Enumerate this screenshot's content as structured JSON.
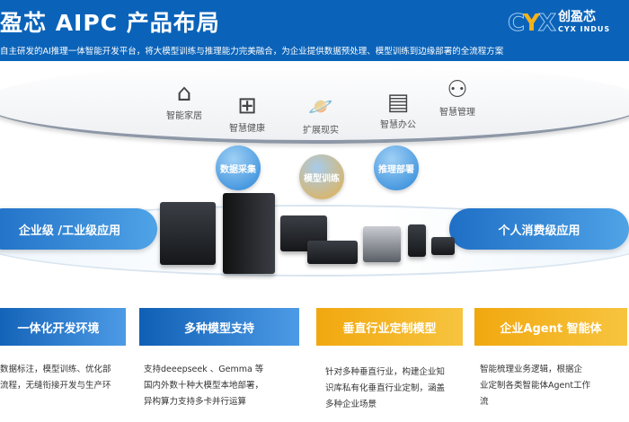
{
  "header": {
    "title": "盈芯 AIPC 产品布局",
    "subtitle": "自主研发的AI推理一体智能开发平台，将大模型训练与推理能力完美融合，为企业提供数据预处理、模型训练到边缘部署的全流程方案",
    "logo_mark": "CYX",
    "logo_cn": "创盈芯",
    "logo_en": "CYX INDUS"
  },
  "apps": [
    {
      "label": "智能家居",
      "icon": "smart-home-icon",
      "glyph": "⌂"
    },
    {
      "label": "智慧健康",
      "icon": "medical-kit-icon",
      "glyph": "⊞"
    },
    {
      "label": "扩展现实",
      "icon": "planet-icon",
      "glyph": "🪐"
    },
    {
      "label": "智慧办公",
      "icon": "office-desk-icon",
      "glyph": "▤"
    },
    {
      "label": "智慧管理",
      "icon": "people-management-icon",
      "glyph": "⚇"
    }
  ],
  "stages": [
    "数据采集",
    "模型训练",
    "推理部署"
  ],
  "segments": {
    "left": "企业级 /工业级应用",
    "right": "个人消费级应用"
  },
  "cards": [
    {
      "title": "一体化开发环境",
      "lines": [
        "数据标注，模型训练、优化部",
        "流程，无缝衔接开发与生产环"
      ]
    },
    {
      "title": "多种模型支持",
      "lines": [
        "支持deeepseek 、Gemma 等",
        "国内外数十种大模型本地部署，",
        "异构算力支持多卡并行运算"
      ]
    },
    {
      "title": "垂直行业定制模型",
      "lines": [
        "针对多种垂直行业，构建企业知",
        "识库私有化垂直行业定制，涵盖",
        "多种企业场景"
      ]
    },
    {
      "title": "企业Agent 智能体",
      "lines": [
        "智能梳理业务逻辑，根据企",
        "业定制各类智能体Agent工作",
        "流"
      ]
    }
  ],
  "colors": {
    "header": "#0b63b9",
    "blue": "#1f6fc6",
    "gold": "#f1a80f"
  }
}
